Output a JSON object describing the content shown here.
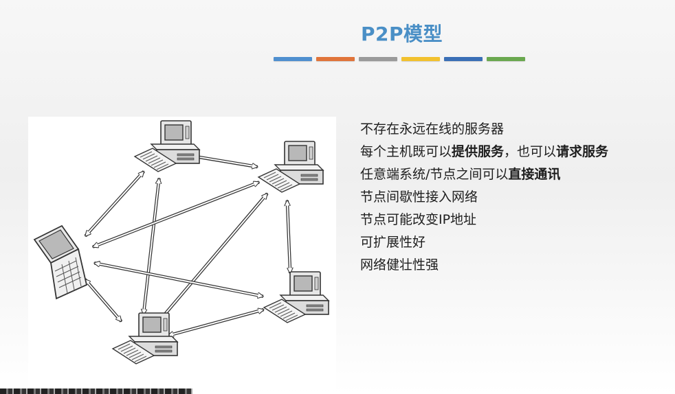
{
  "slide": {
    "title": "P2P模型",
    "accent_colors": [
      "#4f8fcf",
      "#e0743a",
      "#9a9a9a",
      "#f2c12e",
      "#3a6fb6",
      "#6aa84f"
    ]
  },
  "diagram": {
    "nodes": [
      {
        "id": "desktop-top-left",
        "kind": "desktop",
        "icon": "desktop-computer-icon"
      },
      {
        "id": "desktop-top-right",
        "kind": "desktop",
        "icon": "desktop-computer-icon"
      },
      {
        "id": "laptop-left",
        "kind": "laptop",
        "icon": "laptop-icon"
      },
      {
        "id": "desktop-bottom-right",
        "kind": "desktop",
        "icon": "desktop-computer-icon"
      },
      {
        "id": "desktop-bottom-middle",
        "kind": "desktop",
        "icon": "desktop-computer-icon"
      }
    ],
    "links": [
      [
        "desktop-top-left",
        "desktop-top-right"
      ],
      [
        "desktop-top-left",
        "laptop-left"
      ],
      [
        "desktop-top-left",
        "desktop-bottom-middle"
      ],
      [
        "desktop-top-right",
        "laptop-left"
      ],
      [
        "desktop-top-right",
        "desktop-bottom-right"
      ],
      [
        "desktop-top-right",
        "desktop-bottom-middle"
      ],
      [
        "laptop-left",
        "desktop-bottom-right"
      ],
      [
        "laptop-left",
        "desktop-bottom-middle"
      ],
      [
        "desktop-bottom-middle",
        "desktop-bottom-right"
      ]
    ]
  },
  "points": [
    {
      "parts": [
        {
          "text": "不存在永远在线的服务器",
          "bold": false
        }
      ]
    },
    {
      "parts": [
        {
          "text": "每个主机既可以",
          "bold": false
        },
        {
          "text": "提供服务",
          "bold": true
        },
        {
          "text": "，也可以",
          "bold": false
        },
        {
          "text": "请求服务",
          "bold": true
        }
      ]
    },
    {
      "parts": [
        {
          "text": "任意端系统/节点之间可以",
          "bold": false
        },
        {
          "text": "直接通讯",
          "bold": true
        }
      ]
    },
    {
      "parts": [
        {
          "text": "节点间歇性接入网络",
          "bold": false
        }
      ]
    },
    {
      "parts": [
        {
          "text": "节点可能改变IP地址",
          "bold": false
        }
      ]
    },
    {
      "parts": [
        {
          "text": "可扩展性好",
          "bold": false
        }
      ]
    },
    {
      "parts": [
        {
          "text": "网络健壮性强",
          "bold": false
        }
      ]
    }
  ]
}
